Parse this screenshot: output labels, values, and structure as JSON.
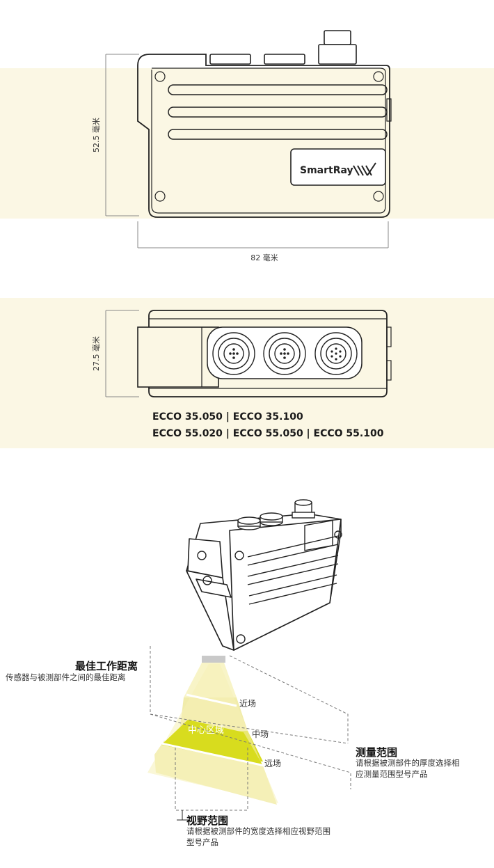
{
  "top_view": {
    "height_label": "52.5 毫米",
    "width_label": "82 毫米",
    "logo_text": "SmartRay"
  },
  "side_view": {
    "height_label": "27.5 毫米"
  },
  "models": {
    "line1": "ECCO 35.050 | ECCO 35.100",
    "line2": "ECCO 55.020 | ECCO 55.050 | ECCO 55.100"
  },
  "diagram": {
    "optimal_distance_title": "最佳工作距离",
    "optimal_distance_desc": "传感器与被测部件之间的最佳距离",
    "near_label": "近场",
    "center_label": "中心区域",
    "mid_label": "中场",
    "far_label": "远场",
    "measuring_range_title": "测量范围",
    "measuring_range_desc_1": "请根据被测部件的厚度选择相",
    "measuring_range_desc_2": "应测量范围型号产品",
    "fov_title": "视野范围",
    "fov_desc_1": "请根据被测部件的宽度选择相应视野范围",
    "fov_desc_2": "型号产品"
  },
  "colors": {
    "band": "#fbf7e4",
    "light_yellow": "#f5f0b0",
    "mid_yellow": "#d8dc1e",
    "far_yellow": "#f3eeb4"
  }
}
